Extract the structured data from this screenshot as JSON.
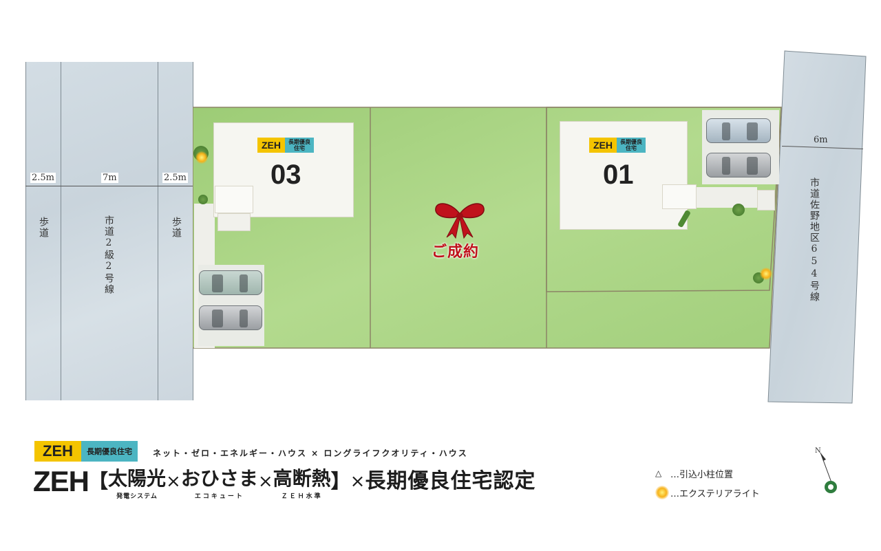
{
  "roads": {
    "left_sidewalk_a": {
      "label": "歩道",
      "width": "2.5m"
    },
    "left_road": {
      "label": "市道2級2号線",
      "width": "7m"
    },
    "left_sidewalk_b": {
      "label": "歩道",
      "width": "2.5m"
    },
    "right_road": {
      "label": "市道佐野地区654号線",
      "width": "6m"
    }
  },
  "lots": [
    {
      "number": "03",
      "badge_zeh": "ZEH",
      "badge_long": "長期優良\n住宅"
    },
    {
      "number": "01",
      "badge_zeh": "ZEH",
      "badge_long": "長期優良\n住宅"
    }
  ],
  "middle_lot": {
    "status": "ご成約"
  },
  "footer": {
    "badge_zeh": "ZEH",
    "badge_long": "長期優良住宅",
    "tagline": "ネット・ゼロ・エネルギー・ハウス × ロングライフクオリティ・ハウス",
    "headline": {
      "zeh": "ZEH",
      "bracket_open": "【",
      "item1": "太陽光",
      "item1_sub": "発電システム",
      "times1": "×",
      "item2": "おひさま",
      "item2_sub": "エコキュート",
      "times2": "×",
      "item3": "高断熱",
      "item3_sub": "ＺＥＨ水準",
      "bracket_close": "】",
      "times3": "×",
      "cert": "長期優良住宅認定"
    }
  },
  "legend": [
    {
      "icon": "triangle-icon",
      "label": "…引込小柱位置"
    },
    {
      "icon": "exterior-light-icon",
      "label": "…エクステリアライト"
    }
  ],
  "compass": {
    "label": "N"
  },
  "colors": {
    "lawn": "#9fce7a",
    "badge_yellow": "#f4c400",
    "badge_teal": "#4cb5c2",
    "ribbon_red": "#c0121c"
  }
}
